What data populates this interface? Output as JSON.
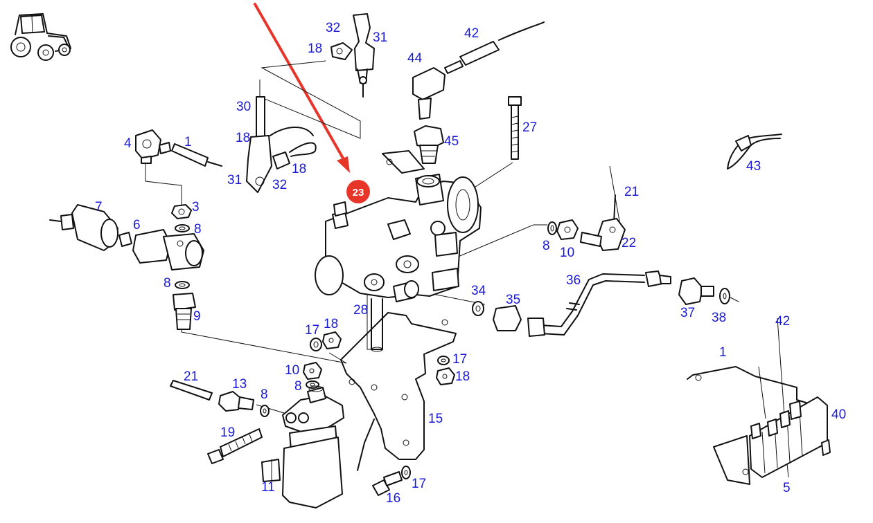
{
  "diagram": {
    "highlighted_part": "23",
    "colors": {
      "label": "#1a1ad6",
      "highlight": "#e8352a",
      "line": "#111111"
    },
    "labels": {
      "l32a": "32",
      "l31a": "31",
      "l18a": "18",
      "l42a": "42",
      "l44": "44",
      "l30": "30",
      "l18b": "18",
      "l45": "45",
      "l27": "27",
      "l4": "4",
      "l1a": "1",
      "l18c": "18",
      "l31b": "31",
      "l32b": "32",
      "l43": "43",
      "l21a": "21",
      "l7": "7",
      "l3": "3",
      "l6": "6",
      "l8a": "8",
      "l8b": "8",
      "l10a": "10",
      "l22": "22",
      "l8c": "8",
      "l9": "9",
      "l28": "28",
      "l34": "34",
      "l35": "35",
      "l36": "36",
      "l37": "37",
      "l38": "38",
      "l17a": "17",
      "l18d": "18",
      "l42b": "42",
      "l17b": "17",
      "l18e": "18",
      "l1b": "1",
      "l10b": "10",
      "l8d": "8",
      "l21b": "21",
      "l13": "13",
      "l8e": "8",
      "l40": "40",
      "l15": "15",
      "l19": "19",
      "l5": "5",
      "l11": "11",
      "l17c": "17",
      "l16": "16"
    }
  }
}
